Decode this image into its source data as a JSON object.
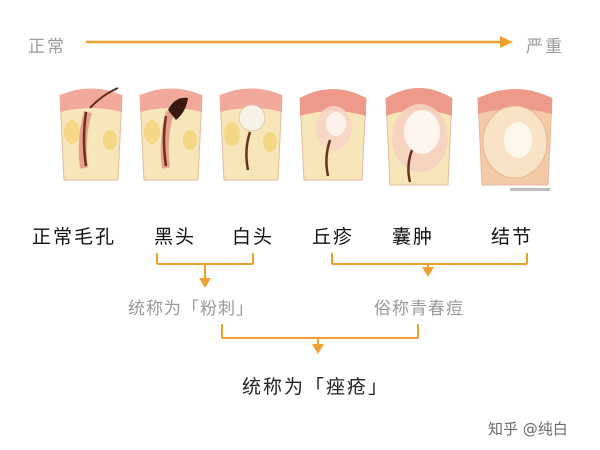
{
  "severity": {
    "start": "正常",
    "end": "严重"
  },
  "stages": [
    {
      "label": "正常毛孔"
    },
    {
      "label": "黑头"
    },
    {
      "label": "白头"
    },
    {
      "label": "丘疹"
    },
    {
      "label": "囊肿"
    },
    {
      "label": "结节"
    }
  ],
  "groups": {
    "left": "统称为「粉刺」",
    "right": "俗称青春痘",
    "final": "统称为「痤疮」"
  },
  "watermark": "知乎 @纯白",
  "colors": {
    "accent": "#f0a030",
    "skin": "#f2b9a8",
    "tissue": "#f7e6b8"
  }
}
